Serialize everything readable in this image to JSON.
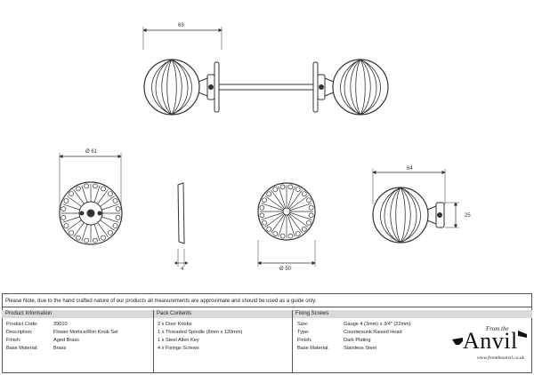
{
  "drawing": {
    "dims": {
      "top_width": "69",
      "rose_diameter": "Ø 61",
      "knob_diameter": "Ø 50",
      "side_width": "64",
      "side_height": "25",
      "plate_thickness": "4"
    }
  },
  "note": "Please Note, due to the hand crafted nature of our products all measurements are approximate and should be used as a guide only.",
  "product_info": {
    "header": "Product Information",
    "rows": [
      {
        "label": "Product Code:",
        "value": "39010"
      },
      {
        "label": "Description:",
        "value": "Flower Mortice/Rim Knob Set"
      },
      {
        "label": "Finish:",
        "value": "Aged Brass"
      },
      {
        "label": "Base Material:",
        "value": "Brass"
      }
    ]
  },
  "pack_contents": {
    "header": "Pack Contents",
    "items": [
      "2 x Door Knobs",
      "1 x Threaded Spindle (8mm x 120mm)",
      "1 x Steel Allen Key",
      "4 x Fixings Screws"
    ]
  },
  "fixing_screws": {
    "header": "Fixing Screws",
    "rows": [
      {
        "label": "Size:",
        "value": "Gauge 4 (3mm) x 3/4\" (22mm)"
      },
      {
        "label": "Type:",
        "value": "Countersunk Raised Head"
      },
      {
        "label": "Finish:",
        "value": "Dark Plating"
      },
      {
        "label": "Base Material:",
        "value": "Stainless Steel"
      }
    ]
  },
  "logo": {
    "small": "From the",
    "brand": "Anvil",
    "url": "www.fromtheanvil.co.uk"
  }
}
